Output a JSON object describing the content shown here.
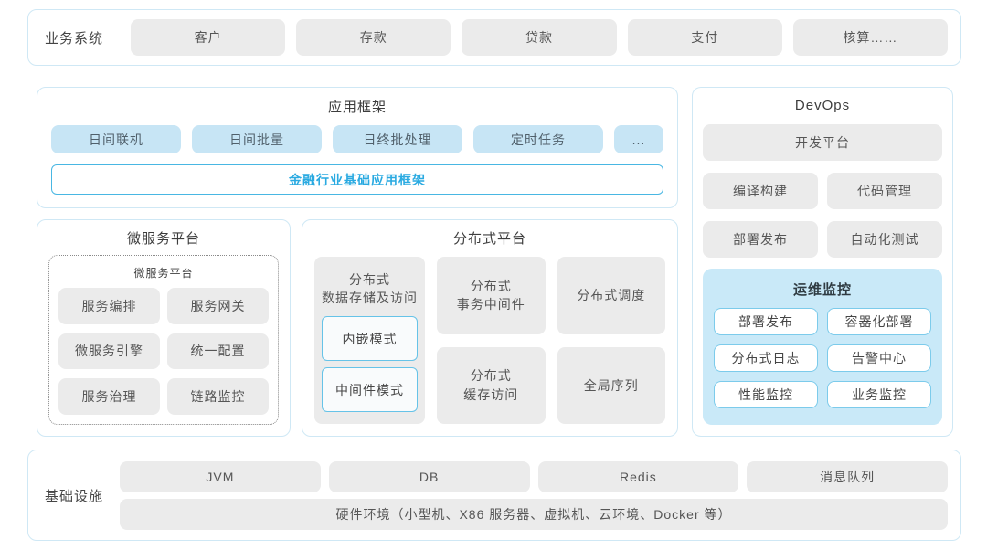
{
  "business_systems": {
    "label": "业务系统",
    "items": [
      "客户",
      "存款",
      "贷款",
      "支付",
      "核算……"
    ]
  },
  "app_framework": {
    "title": "应用框架",
    "modules": [
      "日间联机",
      "日间批量",
      "日终批处理",
      "定时任务",
      "..."
    ],
    "base_framework": "金融行业基础应用框架"
  },
  "devops": {
    "title": "DevOps",
    "dev_platform": "开发平台",
    "tools": [
      "编译构建",
      "代码管理",
      "部署发布",
      "自动化测试"
    ],
    "ops_monitoring": {
      "title": "运维监控",
      "items": [
        "部署发布",
        "容器化部署",
        "分布式日志",
        "告警中心",
        "性能监控",
        "业务监控"
      ]
    }
  },
  "microservice_platform": {
    "title": "微服务平台",
    "inner_group_title": "微服务平台",
    "items": [
      "服务编排",
      "服务网关",
      "微服务引擎",
      "统一配置",
      "服务治理",
      "链路监控"
    ]
  },
  "distributed_platform": {
    "title": "分布式平台",
    "storage": {
      "label": "分布式\n数据存储及访问",
      "modes": [
        "内嵌模式",
        "中间件模式"
      ]
    },
    "cells": [
      "分布式\n事务中间件",
      "分布式调度",
      "分布式\n缓存访问",
      "全局序列"
    ]
  },
  "infrastructure": {
    "label": "基础设施",
    "items": [
      "JVM",
      "DB",
      "Redis",
      "消息队列"
    ],
    "hardware": "硬件环境（小型机、X86 服务器、虚拟机、云环境、Docker 等）"
  },
  "colors": {
    "panel_border": "#cfe8f5",
    "gray_fill": "#ebebeb",
    "light_blue_fill": "#c7e5f5",
    "ops_panel_fill": "#c9e9f8",
    "ops_box_border": "#7ccbeb",
    "mode_box_border": "#66c3e8",
    "accent_blue_text": "#2aaae1",
    "accent_blue_border": "#49b7e3",
    "title_text": "#3d3d3d",
    "body_text": "#565656"
  }
}
